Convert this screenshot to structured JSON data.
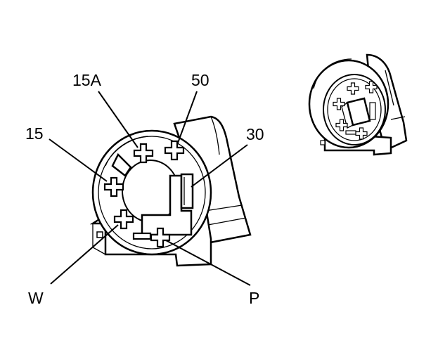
{
  "labels": {
    "t15a": "15A",
    "t50": "50",
    "t15": "15",
    "t30": "30",
    "tw": "W",
    "tp": "P"
  }
}
